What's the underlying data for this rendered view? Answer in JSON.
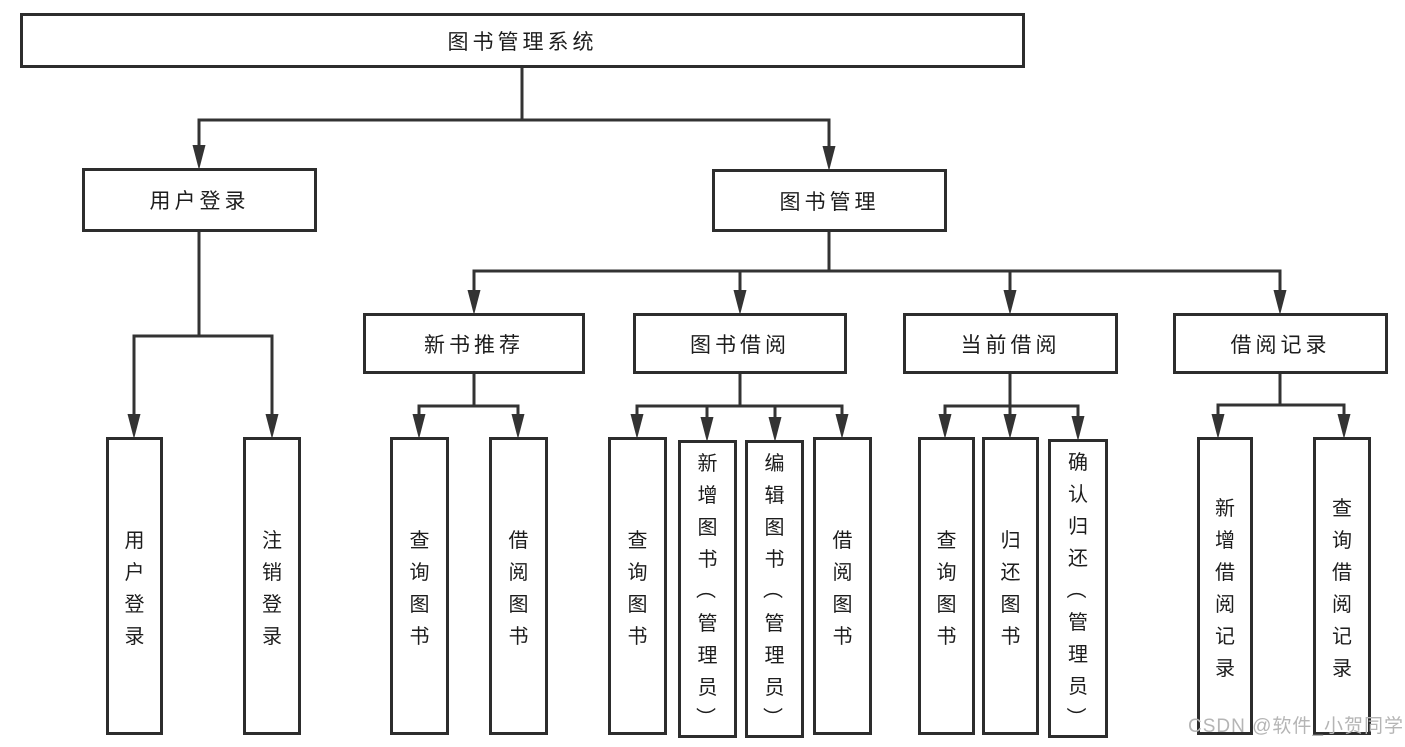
{
  "tree": {
    "label": "图书管理系统",
    "children": [
      {
        "label": "用户登录",
        "children": [
          {
            "label": "用户登录"
          },
          {
            "label": "注销登录"
          }
        ]
      },
      {
        "label": "图书管理",
        "children": [
          {
            "label": "新书推荐",
            "children": [
              {
                "label": "查询图书"
              },
              {
                "label": "借阅图书"
              }
            ]
          },
          {
            "label": "图书借阅",
            "children": [
              {
                "label": "查询图书"
              },
              {
                "label": "新增图书（管理员）"
              },
              {
                "label": "编辑图书（管理员）"
              },
              {
                "label": "借阅图书"
              }
            ]
          },
          {
            "label": "当前借阅",
            "children": [
              {
                "label": "查询图书"
              },
              {
                "label": "归还图书"
              },
              {
                "label": "确认归还（管理员）"
              }
            ]
          },
          {
            "label": "借阅记录",
            "children": [
              {
                "label": "新增借阅记录"
              },
              {
                "label": "查询借阅记录"
              }
            ]
          }
        ]
      }
    ]
  },
  "watermark": "CSDN @软件_小贺同学",
  "colors": {
    "background": "#ffffff",
    "line": "#333333",
    "box_border": "#2d2d2d",
    "text": "#1d1d1d",
    "watermark": "#b5b5b5"
  }
}
